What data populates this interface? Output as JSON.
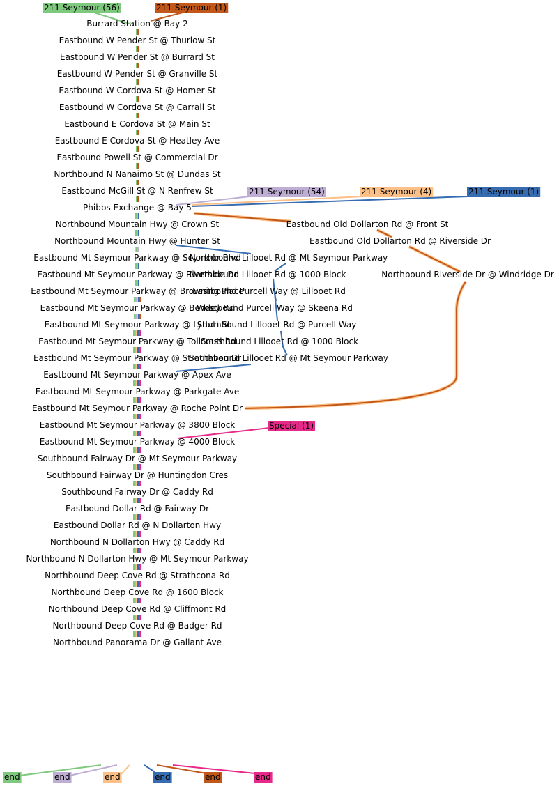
{
  "routes": [
    {
      "id": "g",
      "name": "211 Seymour (56)",
      "color": "#7fc97f",
      "text_color": "#000000"
    },
    {
      "id": "o1",
      "name": "211 Seymour (1)",
      "color": "#c2571a",
      "text_color": "#000000"
    },
    {
      "id": "p",
      "name": "211 Seymour (54)",
      "color": "#beaed4",
      "text_color": "#000000"
    },
    {
      "id": "pe",
      "name": "211 Seymour (4)",
      "color": "#fdc086",
      "text_color": "#000000"
    },
    {
      "id": "b",
      "name": "211 Seymour (1)",
      "color": "#386cb0",
      "text_color": "#000000"
    },
    {
      "id": "m",
      "name": "Special (1)",
      "color": "#e7298a",
      "text_color": "#000000"
    }
  ],
  "end_label": "end",
  "stops": [
    "Burrard Station @ Bay 2",
    "Eastbound W Pender St @ Thurlow St",
    "Eastbound W Pender St @ Burrard St",
    "Eastbound W Pender St @ Granville St",
    "Eastbound W Cordova St @ Homer St",
    "Eastbound W Cordova St @ Carrall St",
    "Eastbound E Cordova St @ Main St",
    "Eastbound E Cordova St @ Heatley Ave",
    "Eastbound Powell St @ Commercial Dr",
    "Northbound N Nanaimo St @ Dundas St",
    "Eastbound McGill St @ N Renfrew St",
    "Phibbs Exchange @ Bay 5",
    "Northbound Mountain Hwy @ Crown St",
    "Northbound Mountain Hwy @ Hunter St",
    "Eastbound Mt Seymour Parkway @ Seymour Blvd",
    "Eastbound Mt Seymour Parkway @ Riverside Dr",
    "Eastbound Mt Seymour Parkway @ Browning Place",
    "Eastbound Mt Seymour Parkway @ Berkley Rd",
    "Eastbound Mt Seymour Parkway @ Lytton St",
    "Eastbound Mt Seymour Parkway @ Tollcross Rd",
    "Eastbound Mt Seymour Parkway @ Strathaven Dr",
    "Eastbound Mt Seymour Parkway @ Apex Ave",
    "Eastbound Mt Seymour Parkway @ Parkgate Ave",
    "Eastbound Mt Seymour Parkway @ Roche Point Dr",
    "Eastbound Mt Seymour Parkway @ 3800 Block",
    "Eastbound Mt Seymour Parkway @ 4000 Block",
    "Southbound Fairway Dr @ Mt Seymour Parkway",
    "Southbound Fairway Dr @ Huntingdon Cres",
    "Southbound Fairway Dr @ Caddy Rd",
    "Eastbound Dollar Rd @ Fairway Dr",
    "Eastbound Dollar Rd @ N Dollarton Hwy",
    "Northbound N Dollarton Hwy @ Caddy Rd",
    "Northbound N Dollarton Hwy @ Mt Seymour Parkway",
    "Northbound Deep Cove Rd @ Strathcona Rd",
    "Northbound Deep Cove Rd @ 1600 Block",
    "Northbound Deep Cove Rd @ Cliffmont Rd",
    "Northbound Deep Cove Rd @ Badger Rd",
    "Northbound Panorama Dr @ Gallant Ave"
  ],
  "lillooet_branch": [
    "Northbound Lillooet Rd @ Mt Seymour Parkway",
    "Northbound Lillooet Rd @ 1000 Block",
    "Eastbound Purcell Way @ Lillooet Rd",
    "Westbound Purcell Way @ Skeena Rd",
    "Southbound Lillooet Rd @ Purcell Way",
    "Southbound Lillooet Rd @ 1000 Block",
    "Southbound Lillooet Rd @ Mt Seymour Parkway"
  ],
  "dollarton_branch": [
    "Eastbound Old Dollarton Rd @ Front St",
    "Eastbound Old Dollarton Rd @ Riverside Dr",
    "Northbound Riverside Dr @ Windridge Dr"
  ]
}
